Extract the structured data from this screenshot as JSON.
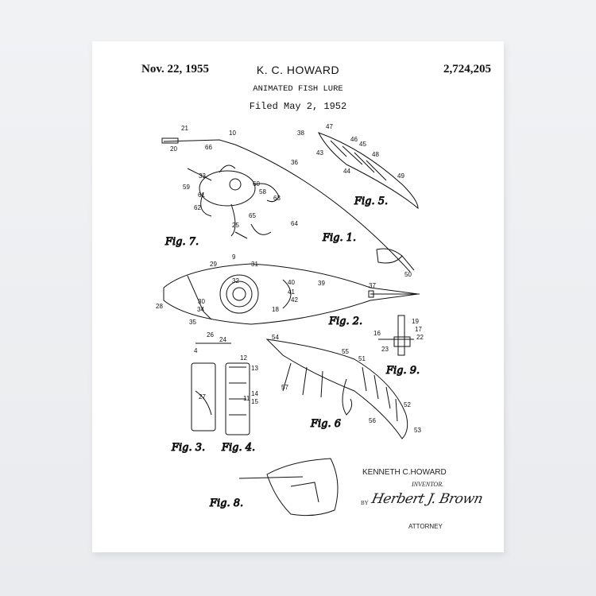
{
  "header": {
    "date": "Nov. 22, 1955",
    "inventor": "K. C. HOWARD",
    "patent_number": "2,724,205",
    "title": "ANIMATED FISH LURE",
    "filed": "Filed May 2, 1952"
  },
  "figures": [
    "Fig. 1.",
    "Fig. 2.",
    "Fig. 3.",
    "Fig. 4.",
    "Fig. 5.",
    "Fig. 6",
    "Fig. 7.",
    "Fig. 8.",
    "Fig. 9."
  ],
  "numerals": [
    "21",
    "10",
    "20",
    "66",
    "36",
    "38",
    "47",
    "46",
    "45",
    "43",
    "48",
    "44",
    "49",
    "50",
    "39",
    "37",
    "54",
    "55",
    "51",
    "52",
    "53",
    "56",
    "57",
    "28",
    "29",
    "32",
    "31",
    "35",
    "26",
    "24",
    "4",
    "9",
    "13",
    "14",
    "15",
    "27",
    "12",
    "17",
    "22",
    "23",
    "16",
    "19",
    "33",
    "60",
    "58",
    "63",
    "62",
    "59",
    "61",
    "25",
    "64",
    "65",
    "40",
    "41",
    "42",
    "30",
    "34",
    "18",
    "11"
  ],
  "signature": {
    "name": "KENNETH C.HOWARD",
    "inventor_label": "INVENTOR.",
    "by": "BY",
    "attorney_signature": "Herbert J. Brown",
    "attorney_label": "ATTORNEY"
  }
}
